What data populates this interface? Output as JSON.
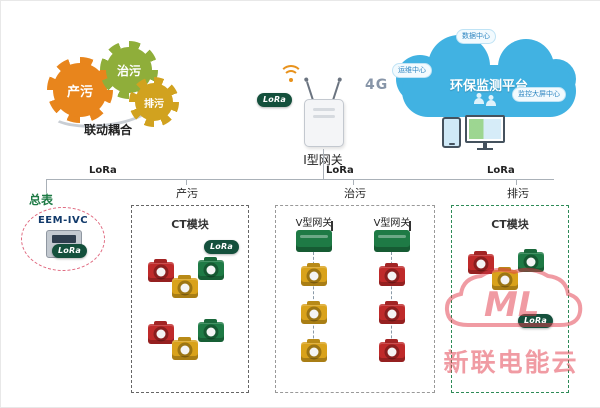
{
  "gears": {
    "left": "产污",
    "top": "治污",
    "right": "排污",
    "caption": "联动耦合"
  },
  "gateway": {
    "label": "I型网关",
    "lora": "LoRa"
  },
  "wireless": {
    "g4": "4G"
  },
  "cloud": {
    "title": "环保监测平台",
    "node_top": "数据中心",
    "node_left": "运维中心",
    "node_right": "监控大屏中心"
  },
  "bus": {
    "lora_left": "LoRa",
    "lora_center": "LoRa",
    "lora_right": "LoRa"
  },
  "meter": {
    "label": "总表",
    "model": "EEM-IVC",
    "lora": "LoRa"
  },
  "boxes": {
    "chanwu": {
      "label": "产污",
      "module_label": "CT模块",
      "lora": "LoRa",
      "module_colors": [
        "#bf2a2a",
        "#d9a21b",
        "#1e7a45"
      ]
    },
    "zhiwu": {
      "label": "治污",
      "gateway_left": "V型网关",
      "gateway_right": "V型网关",
      "left_chain_color": "#d9a21b",
      "right_chain_color": "#bf2a2a"
    },
    "paiwu": {
      "label": "排污",
      "module_label": "CT模块",
      "lora": "LoRa",
      "module_colors": [
        "#bf2a2a",
        "#d9a21b",
        "#1e7a45"
      ]
    }
  },
  "watermark": {
    "logo": "ML",
    "text": "新联电能云"
  },
  "colors": {
    "cloud_blue": "#41b2e2",
    "gear_orange": "#e8851c",
    "gear_green": "#8fae3a",
    "gear_yellow": "#d1a21f",
    "module_red": "#bf2a2a",
    "module_yellow": "#d9a21b",
    "module_green": "#1e7a45",
    "lora_badge": "#14503c",
    "watermark_red": "#e23a4a"
  }
}
